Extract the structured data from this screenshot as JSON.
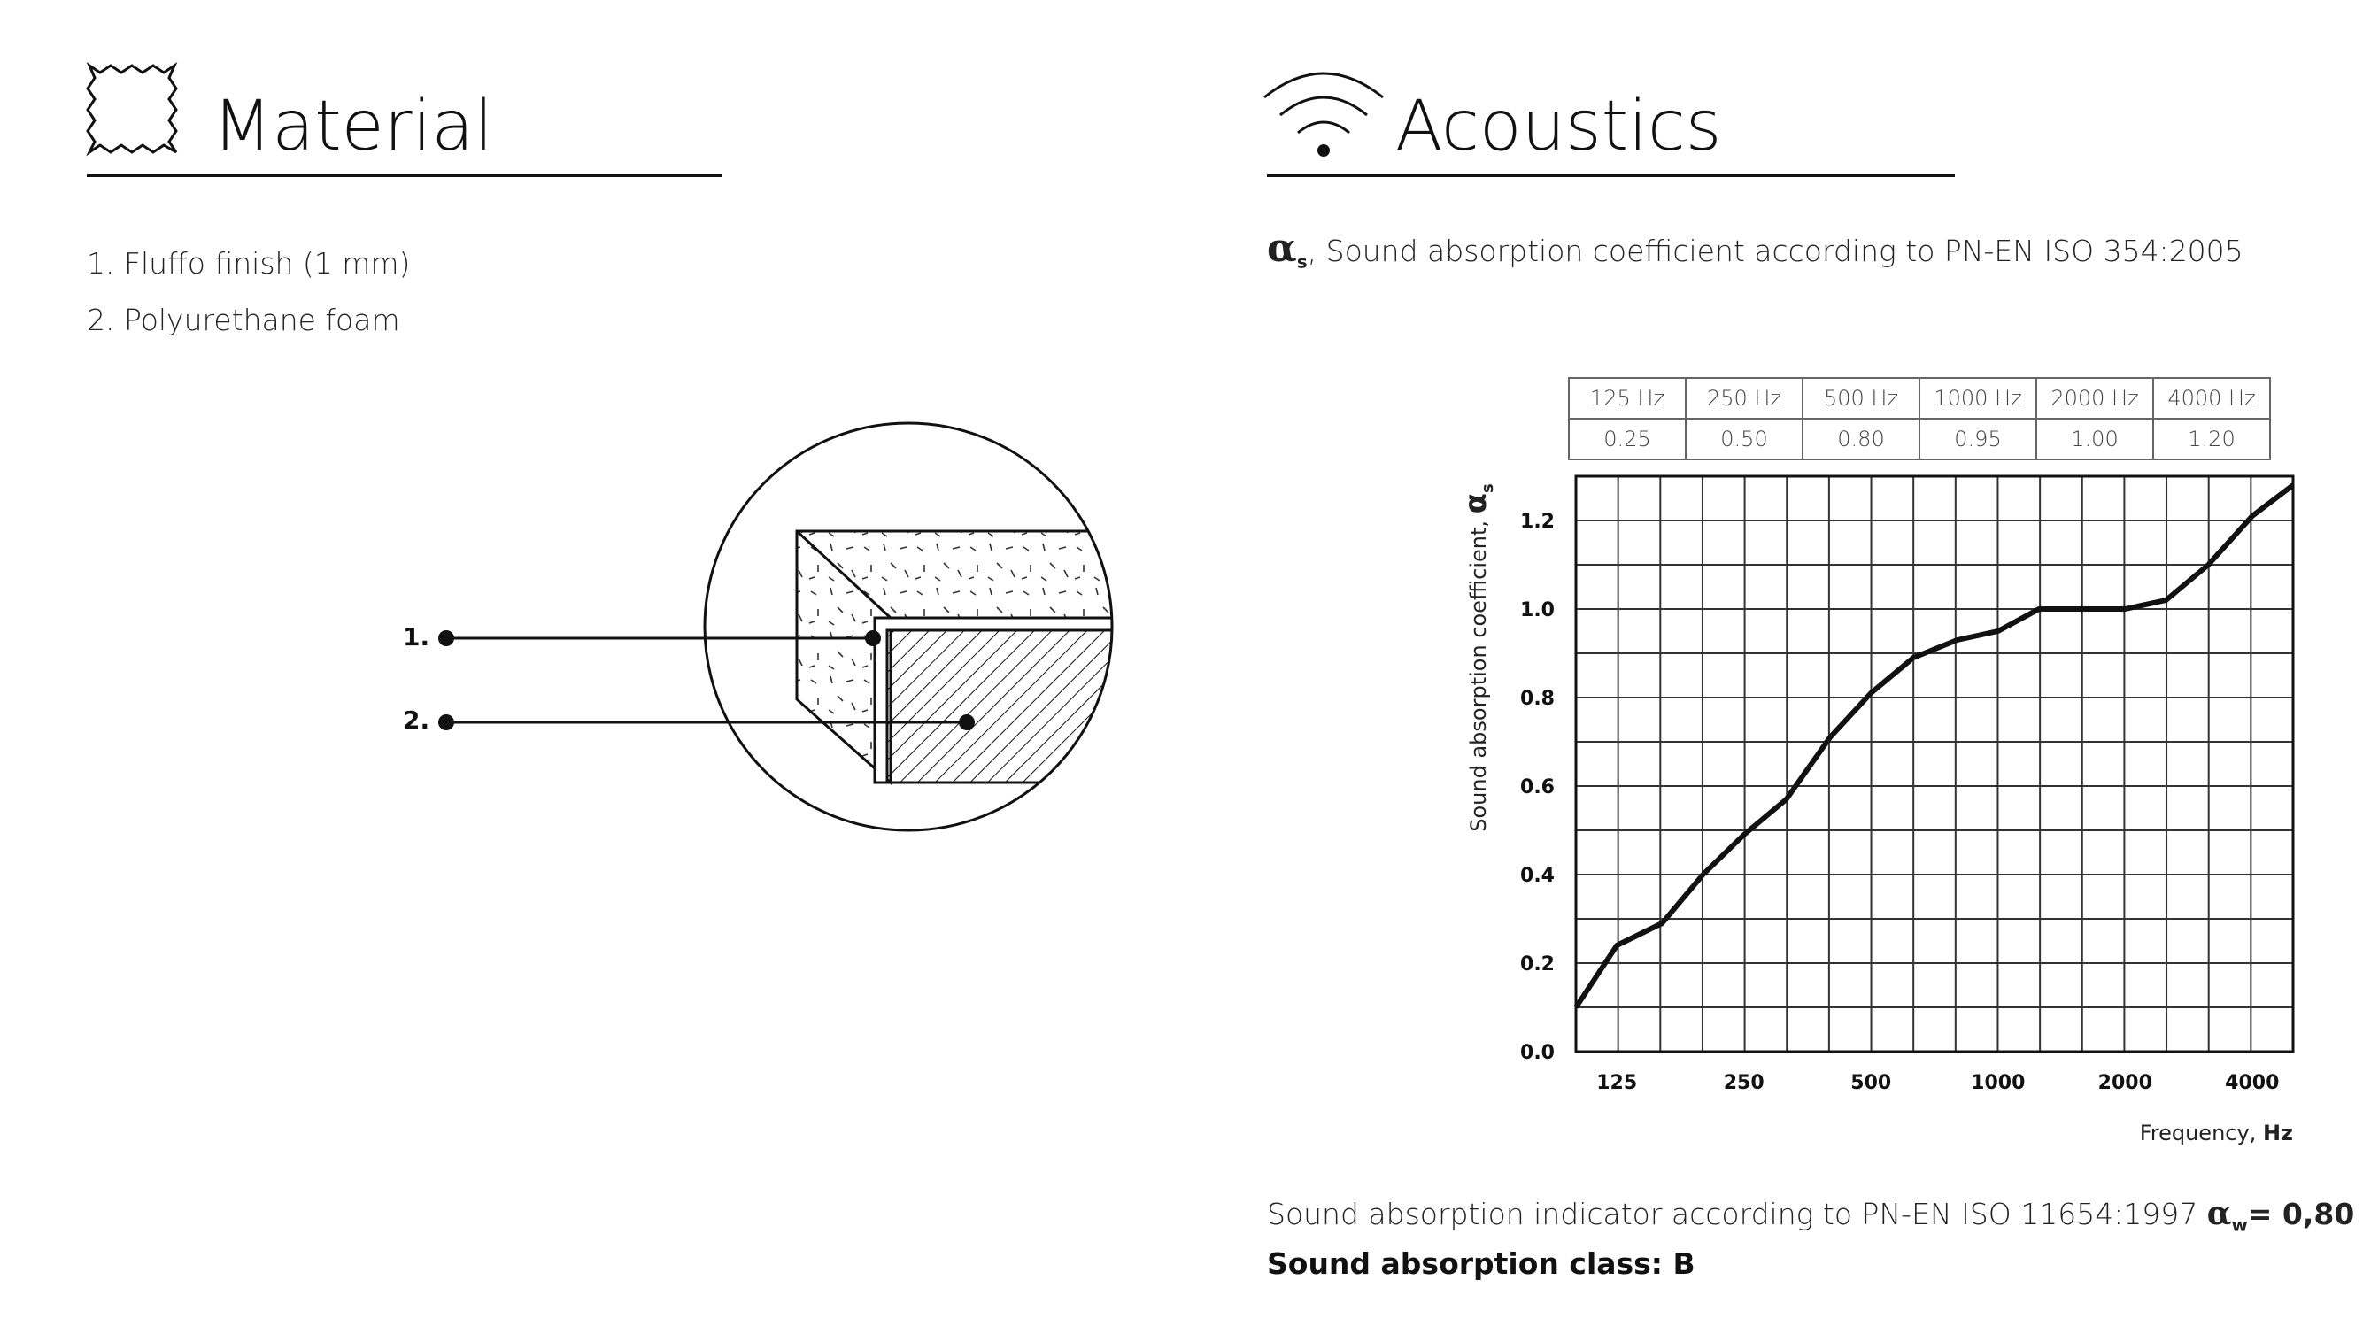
{
  "material": {
    "title": "Material",
    "items": [
      "1. Fluffo finish (1 mm)",
      "2. Polyurethane foam"
    ],
    "callouts": [
      "1.",
      "2."
    ]
  },
  "acoustics": {
    "title": "Acoustics",
    "subtitle_symbol": "α",
    "subtitle_sub": "s",
    "subtitle_text": ", Sound absorption coefficient according to PN-EN ISO 354:2005",
    "table": {
      "headers": [
        "125 Hz",
        "250 Hz",
        "500 Hz",
        "1000 Hz",
        "2000 Hz",
        "4000 Hz"
      ],
      "values": [
        "0.25",
        "0.50",
        "0.80",
        "0.95",
        "1.00",
        "1.20"
      ]
    },
    "indicator_text": "Sound absorption indicator according to PN-EN ISO 11654:1997",
    "indicator_symbol": "α",
    "indicator_sub": "w",
    "indicator_value": "= 0,80",
    "class_text": "Sound absorption class: B"
  },
  "chart_data": {
    "type": "line",
    "title": "",
    "xlabel": "Frequency, ",
    "xlabel_unit": "Hz",
    "ylabel": "Sound absorption coefficient, ",
    "ylabel_symbol": "α",
    "ylabel_sub": "s",
    "x_scale": "log",
    "x_ticks": [
      "125",
      "250",
      "500",
      "1000",
      "2000",
      "4000"
    ],
    "x_tick_values": [
      125,
      250,
      500,
      1000,
      2000,
      4000
    ],
    "y_ticks": [
      "0.0",
      "0.2",
      "0.4",
      "0.6",
      "0.8",
      "1.0",
      "1.2"
    ],
    "ylim": [
      0,
      1.3
    ],
    "xlim": [
      100,
      5000
    ],
    "grid": true,
    "series": [
      {
        "x": [
          100,
          125,
          160,
          200,
          250,
          315,
          400,
          500,
          630,
          800,
          1000,
          1250,
          1600,
          2000,
          2500,
          3150,
          4000,
          5000
        ],
        "values": [
          0.1,
          0.24,
          0.29,
          0.4,
          0.49,
          0.57,
          0.71,
          0.81,
          0.89,
          0.93,
          0.95,
          1.0,
          1.0,
          1.0,
          1.02,
          1.1,
          1.21,
          1.28
        ]
      }
    ]
  },
  "colors": {
    "ink": "#111111",
    "grid": "#333333",
    "table_border": "#666666"
  }
}
